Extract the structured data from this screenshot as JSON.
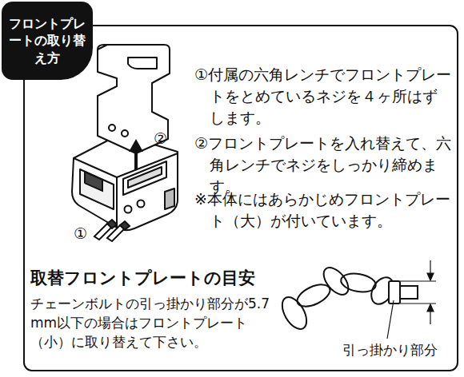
{
  "diagram": {
    "nodes": [
      {
        "text": [
          "フロントプレートの取り替え方"
        ]
      }
    ],
    "labels": [
      "①付属の六角レンチでフロントプレートをとめているネジを４ヶ所はずします。",
      "②フロントプレートを入れ替えて、六角レンチでネジをしっかり締めます。",
      "※本体にはあらかじめフロントプレート（大）が付いています。",
      "②",
      "①",
      "取替フロントプレートの目安",
      "チェーンボルトの引っ掛かり部分が5.7mm以下の場合はフロントプレート（小）に取り替えて下さい。",
      "引っ掛かり部分"
    ]
  }
}
